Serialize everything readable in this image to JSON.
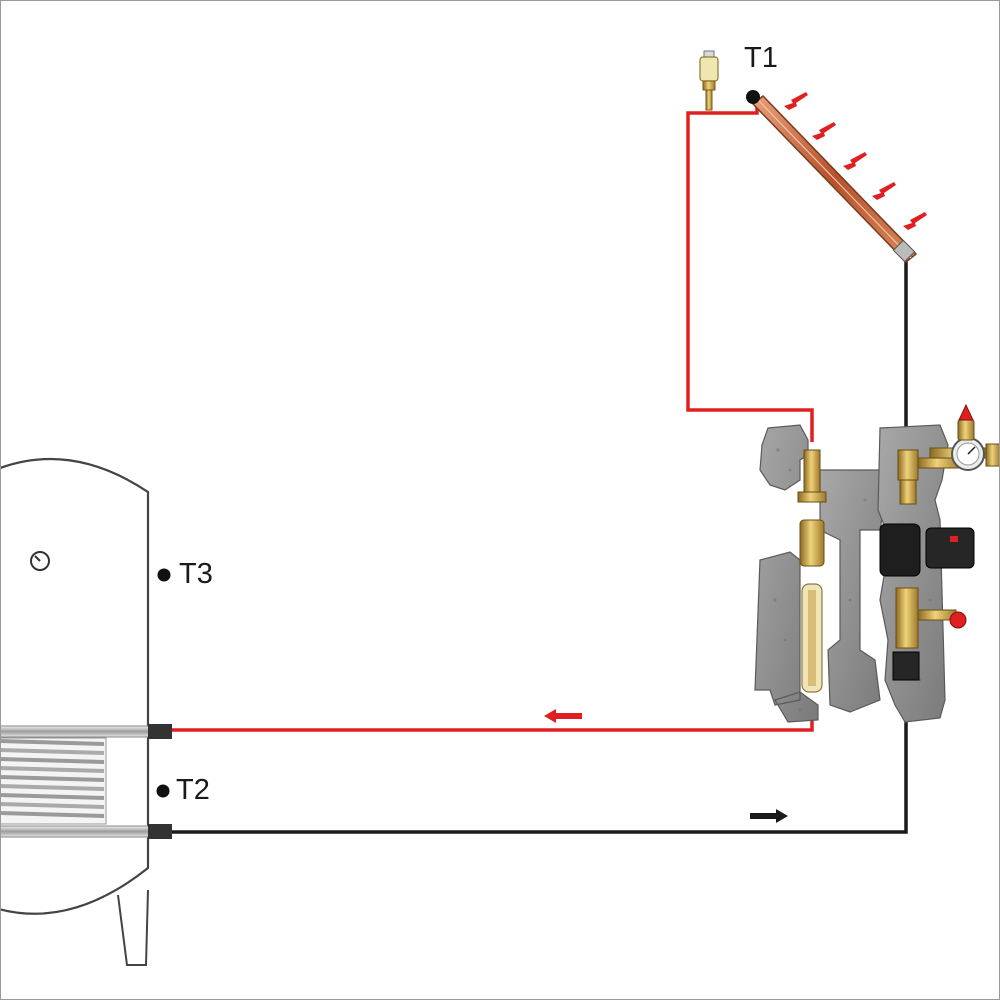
{
  "sensors": {
    "t1": "T1",
    "t2": "T2",
    "t3": "T3"
  },
  "colors": {
    "hot_line": "#e02020",
    "cold_line": "#1a1a1a",
    "tank_outline": "#444444",
    "insulation": "#8e8e8e",
    "brass": "#c9a24a",
    "collector": "#c9603a",
    "frame_border": "#9a9a9a"
  },
  "flow": {
    "hot_direction": "left",
    "cold_direction": "right"
  }
}
